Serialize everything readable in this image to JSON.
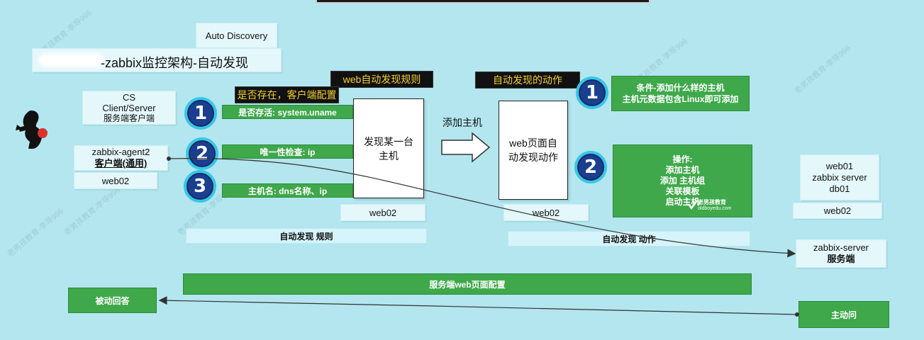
{
  "header_label": "Auto Discovery",
  "title": "-zabbix监控架构-自动发现",
  "left": {
    "cs_lines": [
      "CS",
      "Client/Server",
      "服务端客户端"
    ],
    "agent_name": "zabbix-agent2",
    "agent_role": "客户端(通用)",
    "agent_host": "web02"
  },
  "badges": {
    "b1": "1",
    "b2": "2",
    "b3": "3",
    "a1": "1",
    "a2": "2"
  },
  "rules": {
    "header": "web自动发现规则",
    "exist_label": "是否存在，客户端配置",
    "items": [
      "是否存活: system.uname",
      "唯一性检查:  ip",
      "主机名: dns名称、ip"
    ]
  },
  "discover_box": "发现某一台主机",
  "discover_host": "web02",
  "arrow_label": "添加主机",
  "action_header": "自动发现的动作",
  "action_box": "web页面自动发现动作",
  "action_host": "web02",
  "condition_lines": [
    "条件-添加什么样的主机",
    "主机元数据包含Linux即可添加"
  ],
  "operations_lines": [
    "操作:",
    "添加主机",
    "添加 主机组",
    "关联模板",
    "启动主机"
  ],
  "logo_text": "老男孩教育",
  "logo_url": "oldboyedu.com",
  "rule_footer": "自动发现  规则",
  "action_footer": "自动发现 动作",
  "server_config": "服务端web页面配置",
  "right": {
    "hosts_lines": [
      "web01",
      "zabbix server",
      "db01"
    ],
    "host": "web02",
    "server_name": "zabbix-server",
    "server_role": "服务端"
  },
  "passive": "被动回答",
  "active": "主动问",
  "watermark": "老男孩教育-李导996",
  "colors": {
    "background": "#b3e6ef",
    "green": "#3ea84a",
    "badge": "#1b3f8f",
    "header_text": "#f5d12c"
  }
}
